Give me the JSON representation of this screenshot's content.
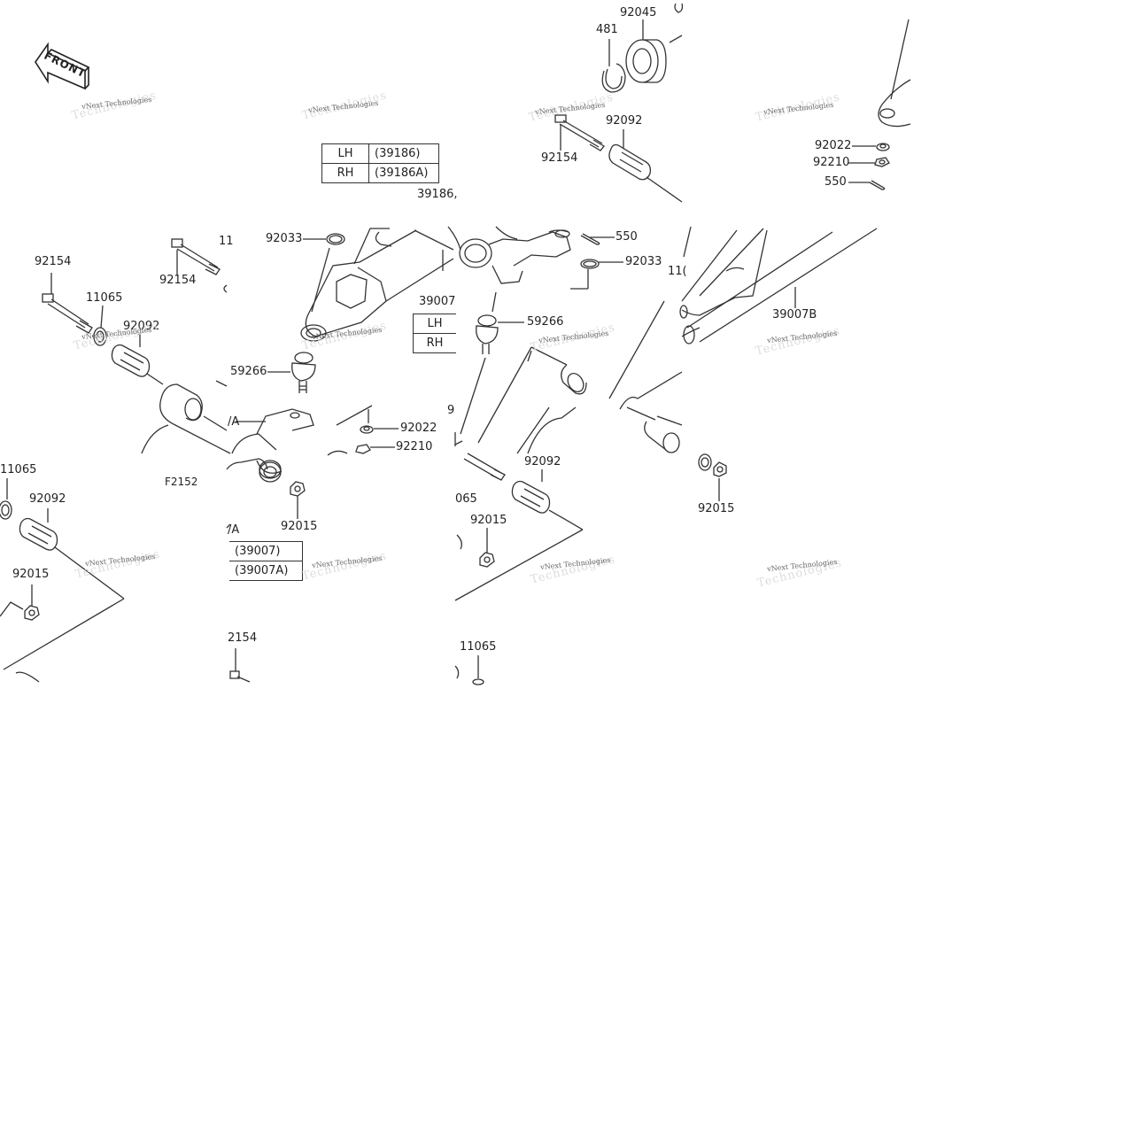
{
  "labels": {
    "l92045": "92045",
    "l481": "481",
    "l92092a": "92092",
    "l92154a": "92154",
    "l92022a": "92022",
    "l92210a": "92210",
    "l550a": "550",
    "l39186": "39186,",
    "l92033a": "92033",
    "l550b": "550",
    "l92033b": "92033",
    "l11frag": "11",
    "l11frag2": "11(",
    "l92154b": "92154",
    "l92154c": "92154",
    "l11065a": "11065",
    "l92092b": "92092",
    "l39007": "39007",
    "l39007b": "39007B",
    "l59266a": "59266",
    "l59266b": "59266",
    "l92022b": "92022",
    "l92210b": "92210",
    "l9frag": "9",
    "lA1": "/A",
    "lA2": "/A",
    "lF2152": "F2152",
    "l11065b": "11065",
    "l92092c": "92092",
    "l92092d": "92092",
    "l065": "065",
    "l92015a": "92015",
    "l92015b": "92015",
    "l92015c": "92015",
    "l92015d": "92015",
    "l2154": "2154",
    "l11065c": "11065"
  },
  "table_knuckle": {
    "rows": [
      {
        "side": "LH",
        "part": "(39186)"
      },
      {
        "side": "RH",
        "part": "(39186A)"
      }
    ]
  },
  "table_arm_mid": {
    "rows": [
      {
        "side": "LH",
        "part": ""
      },
      {
        "side": "RH",
        "part": ""
      }
    ]
  },
  "table_arm_low": {
    "rows": [
      {
        "part": "(39007)"
      },
      {
        "part": "(39007A)"
      }
    ]
  },
  "front_text": "FRONT",
  "watermark": {
    "line1": "vNext Technologies",
    "line2": "Technologies"
  }
}
